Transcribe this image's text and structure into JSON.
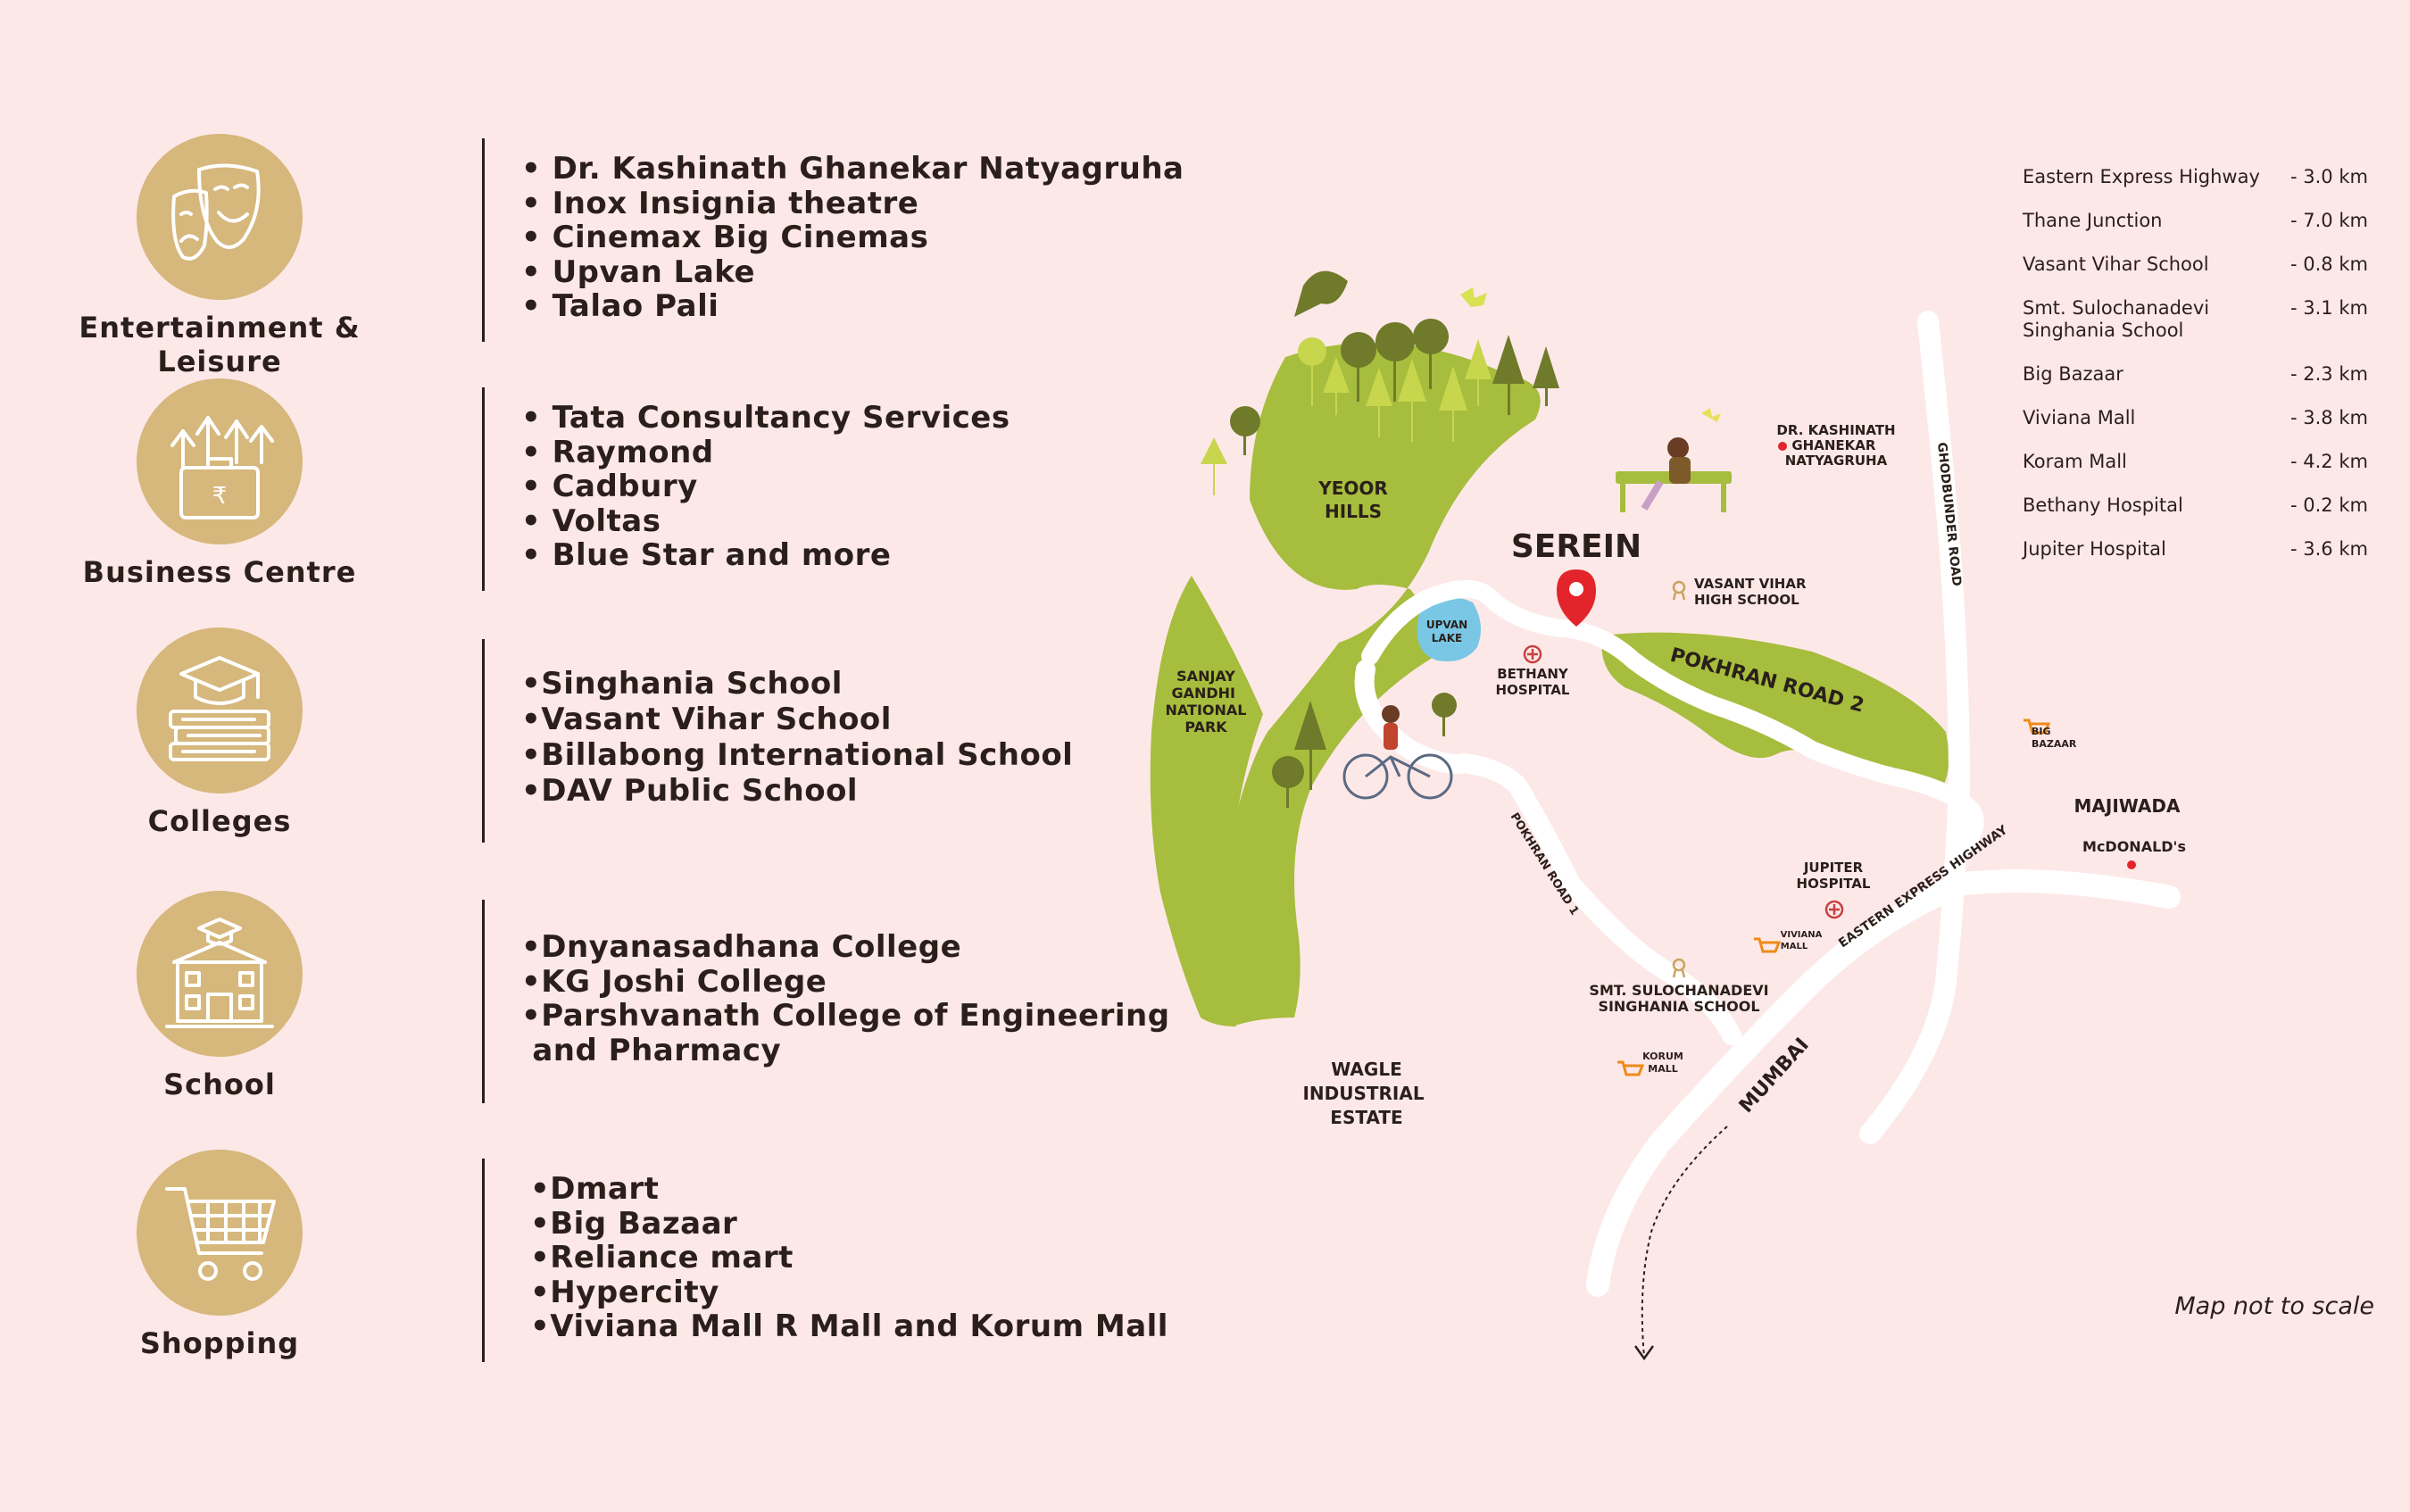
{
  "categories": [
    {
      "label": "Entertainment & Leisure",
      "icon": "theatre-masks-icon",
      "items": [
        "• Dr. Kashinath Ghanekar Natyagruha",
        "• Inox Insignia theatre",
        "• Cinemax Big Cinemas",
        "• Upvan Lake",
        "• Talao Pali"
      ]
    },
    {
      "label": "Business Centre",
      "icon": "briefcase-growth-icon",
      "items": [
        "• Tata Consultancy Services",
        "• Raymond",
        "• Cadbury",
        "• Voltas",
        "• Blue Star and more"
      ]
    },
    {
      "label": "Colleges",
      "icon": "graduation-books-icon",
      "items": [
        "•Singhania School",
        "•Vasant Vihar School",
        "•Billabong International School",
        "•DAV Public School"
      ]
    },
    {
      "label": "School",
      "icon": "school-building-icon",
      "items": [
        "•Dnyanasadhana College",
        "•KG Joshi College",
        "•Parshvanath College of Engineering",
        " and Pharmacy"
      ]
    },
    {
      "label": "Shopping",
      "icon": "shopping-cart-icon",
      "items": [
        "•Dmart",
        "•Big Bazaar",
        "•Reliance mart",
        "•Hypercity",
        "•Viviana Mall R Mall and Korum Mall"
      ]
    }
  ],
  "map": {
    "project": "SEREIN",
    "labels": {
      "yeoor": [
        "YEOOR",
        "HILLS"
      ],
      "sgnp": [
        "SANJAY",
        "GANDHI",
        "NATIONAL",
        "PARK"
      ],
      "upvan": [
        "UPVAN",
        "LAKE"
      ],
      "natyagruha": [
        "DR. KASHINATH",
        "GHANEKAR",
        "NATYAGRUHA"
      ],
      "vasant": [
        "VASANT VIHAR",
        "HIGH SCHOOL"
      ],
      "bethany": [
        "BETHANY",
        "HOSPITAL"
      ],
      "pokhran2": "POKHRAN ROAD 2",
      "pokhran1": "POKHRAN ROAD 1",
      "ghodbunder": "GHODBUNDER ROAD",
      "eeh": "EASTERN EXPRESS HIGHWAY",
      "bigbazaar": [
        "BIG",
        "BAZAAR"
      ],
      "majiwada": "MAJIWADA",
      "mcdonalds": "McDONALD's",
      "jupiter": [
        "JUPITER",
        "HOSPITAL"
      ],
      "viviana": [
        "VIVIANA",
        "MALL"
      ],
      "singhania": [
        "SMT. SULOCHANADEVI",
        "SINGHANIA SCHOOL"
      ],
      "korum": [
        "KORUM",
        "MALL"
      ],
      "wagle": [
        "WAGLE",
        "INDUSTRIAL",
        "ESTATE"
      ],
      "mumbai": "MUMBAI"
    },
    "colors": {
      "green": "#a7bd3d",
      "road": "#ffffff",
      "lake": "#79c7e5",
      "pin": "#e4242b",
      "gold": "#c9a35e"
    }
  },
  "distances": [
    {
      "name": [
        "Eastern Express Highway"
      ],
      "value": "- 3.0 km"
    },
    {
      "name": [
        "Thane Junction"
      ],
      "value": "- 7.0 km"
    },
    {
      "name": [
        "Vasant Vihar School"
      ],
      "value": "- 0.8 km"
    },
    {
      "name": [
        "Smt. Sulochanadevi",
        "Singhania School"
      ],
      "value": "- 3.1 km"
    },
    {
      "name": [
        "Big Bazaar"
      ],
      "value": "- 2.3 km"
    },
    {
      "name": [
        "Viviana Mall"
      ],
      "value": "- 3.8 km"
    },
    {
      "name": [
        "Koram Mall"
      ],
      "value": "- 4.2 km"
    },
    {
      "name": [
        "Bethany Hospital"
      ],
      "value": "- 0.2 km"
    },
    {
      "name": [
        "Jupiter Hospital"
      ],
      "value": "- 3.6 km"
    }
  ],
  "note": "Map not to scale"
}
